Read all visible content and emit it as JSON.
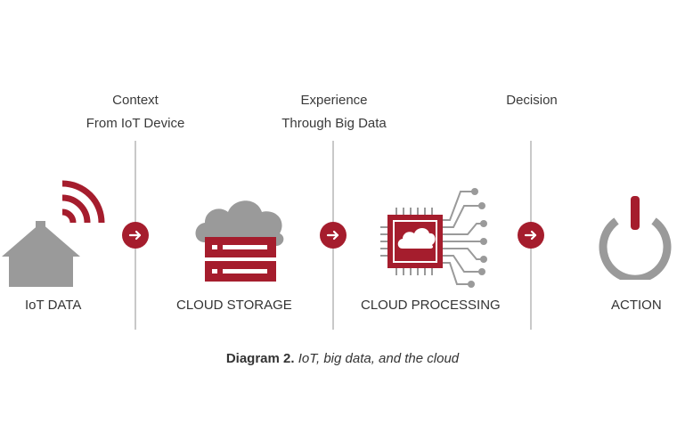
{
  "top_labels": [
    {
      "line1": "Context",
      "line2": "From IoT Device"
    },
    {
      "line1": "Experience",
      "line2": "Through Big Data"
    },
    {
      "line1": "Decision",
      "line2": ""
    }
  ],
  "steps": [
    {
      "label": "IoT DATA",
      "icon": "house-wifi-icon"
    },
    {
      "label": "CLOUD STORAGE",
      "icon": "cloud-server-icon"
    },
    {
      "label": "CLOUD PROCESSING",
      "icon": "cloud-chip-icon"
    },
    {
      "label": "ACTION",
      "icon": "power-icon"
    }
  ],
  "arrows": [
    "arrow-right-icon",
    "arrow-right-icon",
    "arrow-right-icon"
  ],
  "caption": {
    "bold": "Diagram 2.",
    "italic": " IoT, big data, and the cloud"
  },
  "colors": {
    "accent": "#a51d2d",
    "gray": "#9a9a9a",
    "divider": "#c9c9c9"
  }
}
